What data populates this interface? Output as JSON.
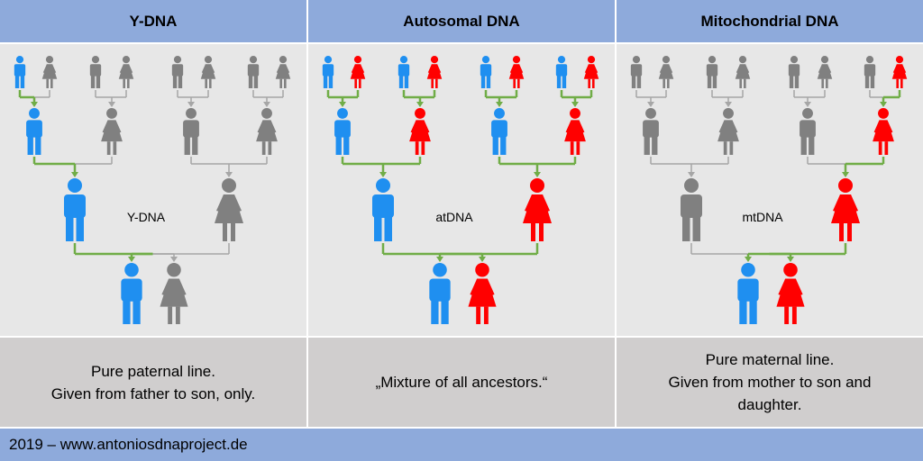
{
  "columns": [
    {
      "id": "y",
      "header": "Y-DNA",
      "center_label": "Y-DNA",
      "description": [
        "Pure paternal line.",
        "Given from father to son, only."
      ],
      "people": {
        "gen1": [
          "blue",
          "gray",
          "gray",
          "gray",
          "gray",
          "gray",
          "gray",
          "gray"
        ],
        "gen2": [
          "blue",
          "gray",
          "gray",
          "gray"
        ],
        "gen3": [
          "blue",
          "gray"
        ],
        "gen4": [
          "blue",
          "gray"
        ]
      },
      "highlighted_links": [
        "g1-0",
        "g2-0",
        "g3-0"
      ]
    },
    {
      "id": "at",
      "header": "Autosomal DNA",
      "center_label": "atDNA",
      "description": [
        "„Mixture of all ancestors.“"
      ],
      "people": {
        "gen1": [
          "blue",
          "red",
          "blue",
          "red",
          "blue",
          "red",
          "blue",
          "red"
        ],
        "gen2": [
          "blue",
          "red",
          "blue",
          "red"
        ],
        "gen3": [
          "blue",
          "red"
        ],
        "gen4": [
          "blue",
          "red"
        ]
      },
      "highlighted_links": [
        "g1-0",
        "g1-1",
        "g1-2",
        "g1-3",
        "g1-4",
        "g1-5",
        "g1-6",
        "g1-7",
        "g2-0",
        "g2-1",
        "g2-2",
        "g2-3",
        "g3-0",
        "g3-1"
      ]
    },
    {
      "id": "mt",
      "header": "Mitochondrial DNA",
      "center_label": "mtDNA",
      "description": [
        "Pure maternal line.",
        "Given from mother to son and",
        "daughter."
      ],
      "people": {
        "gen1": [
          "gray",
          "gray",
          "gray",
          "gray",
          "gray",
          "gray",
          "gray",
          "red"
        ],
        "gen2": [
          "gray",
          "gray",
          "gray",
          "red"
        ],
        "gen3": [
          "gray",
          "red"
        ],
        "gen4": [
          "blue",
          "red"
        ]
      },
      "highlighted_links": [
        "g1-7",
        "g2-3",
        "g3-1"
      ]
    }
  ],
  "colors": {
    "header_bg": "#8eaadb",
    "tree_bg": "#e7e7e7",
    "desc_bg": "#d0cece",
    "blue": "#1f8ff0",
    "red": "#ff0000",
    "gray": "#808080",
    "line_green": "#70ad47",
    "line_gray": "#a6a6a6"
  },
  "footer": "2019 – www.antoniosdnaproject.de"
}
